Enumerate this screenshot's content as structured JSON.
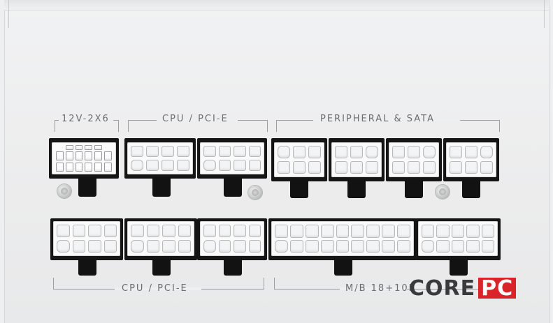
{
  "labels": {
    "top_left": "12V-2X6",
    "top_mid": "CPU / PCI-E",
    "top_right": "PERIPHERAL & SATA",
    "bottom_left": "CPU / PCI-E",
    "bottom_right": "M/B 18+10P"
  },
  "logo": {
    "core": "CORE",
    "pc": "PC",
    "accent": "#d9252a"
  },
  "colors": {
    "panel": "#eeeff0",
    "connector": "#fafafa",
    "socket_plate": "#151515"
  }
}
